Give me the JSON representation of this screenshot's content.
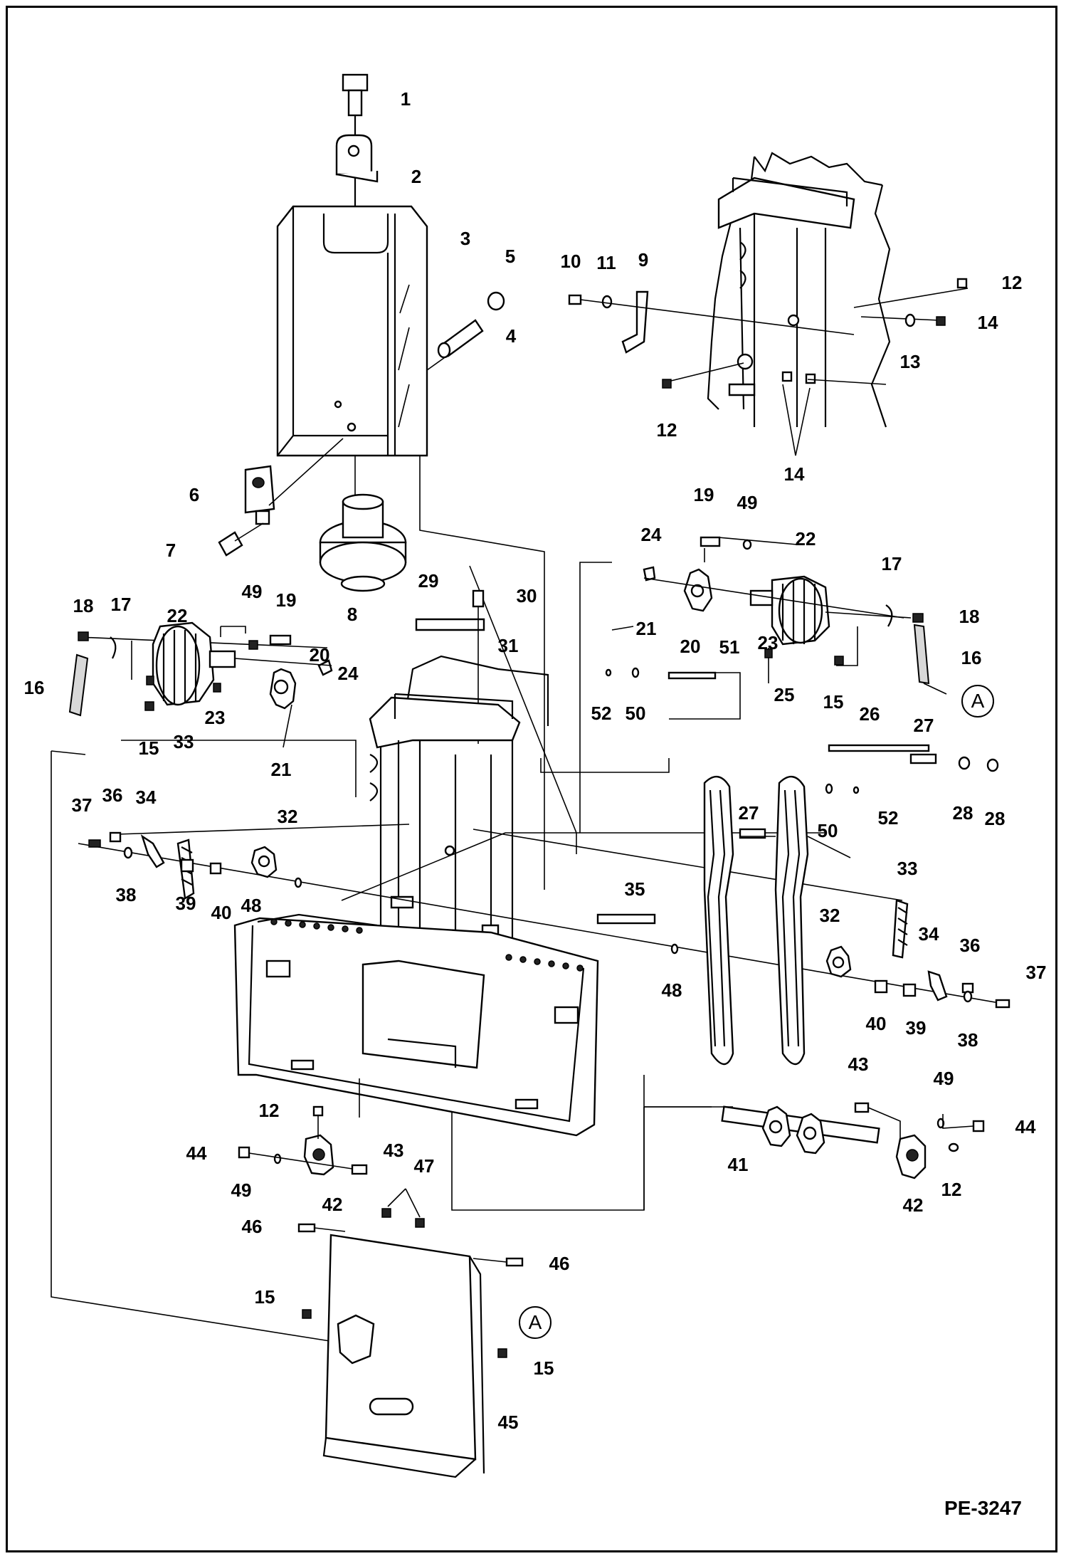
{
  "drawing_code": "PE-3247",
  "callouts": [
    {
      "id": "c1",
      "label": "1"
    },
    {
      "id": "c2",
      "label": "2"
    },
    {
      "id": "c3",
      "label": "3"
    },
    {
      "id": "c4",
      "label": "4"
    },
    {
      "id": "c5",
      "label": "5"
    },
    {
      "id": "c6",
      "label": "6"
    },
    {
      "id": "c7",
      "label": "7"
    },
    {
      "id": "c8",
      "label": "8"
    },
    {
      "id": "c9",
      "label": "9"
    },
    {
      "id": "c10",
      "label": "10"
    },
    {
      "id": "c11",
      "label": "11"
    },
    {
      "id": "c12a",
      "label": "12"
    },
    {
      "id": "c12b",
      "label": "12"
    },
    {
      "id": "c13",
      "label": "13"
    },
    {
      "id": "c14a",
      "label": "14"
    },
    {
      "id": "c14b",
      "label": "14"
    },
    {
      "id": "c19a",
      "label": "19"
    },
    {
      "id": "c49a",
      "label": "49"
    },
    {
      "id": "c22a",
      "label": "22"
    },
    {
      "id": "c24a",
      "label": "24"
    },
    {
      "id": "c17a",
      "label": "17"
    },
    {
      "id": "c18a",
      "label": "18"
    },
    {
      "id": "c21a",
      "label": "21"
    },
    {
      "id": "c20a",
      "label": "20"
    },
    {
      "id": "c23a",
      "label": "23"
    },
    {
      "id": "c16a",
      "label": "16"
    },
    {
      "id": "c15a",
      "label": "15"
    },
    {
      "id": "c51",
      "label": "51"
    },
    {
      "id": "c52a",
      "label": "52"
    },
    {
      "id": "c50a",
      "label": "50"
    },
    {
      "id": "c25",
      "label": "25"
    },
    {
      "id": "c26",
      "label": "26"
    },
    {
      "id": "c27a",
      "label": "27"
    },
    {
      "id": "c27b",
      "label": "27"
    },
    {
      "id": "c28a",
      "label": "28"
    },
    {
      "id": "c28b",
      "label": "28"
    },
    {
      "id": "c52b",
      "label": "52"
    },
    {
      "id": "c50b",
      "label": "50"
    },
    {
      "id": "c29",
      "label": "29"
    },
    {
      "id": "c30",
      "label": "30"
    },
    {
      "id": "c31",
      "label": "31"
    },
    {
      "id": "c18b",
      "label": "18"
    },
    {
      "id": "c17b",
      "label": "17"
    },
    {
      "id": "c22b",
      "label": "22"
    },
    {
      "id": "c49b",
      "label": "49"
    },
    {
      "id": "c19b",
      "label": "19"
    },
    {
      "id": "c20b",
      "label": "20"
    },
    {
      "id": "c24b",
      "label": "24"
    },
    {
      "id": "c16b",
      "label": "16"
    },
    {
      "id": "c15b",
      "label": "15"
    },
    {
      "id": "c23b",
      "label": "23"
    },
    {
      "id": "c21b",
      "label": "21"
    },
    {
      "id": "c33a",
      "label": "33"
    },
    {
      "id": "c36a",
      "label": "36"
    },
    {
      "id": "c34a",
      "label": "34"
    },
    {
      "id": "c37a",
      "label": "37"
    },
    {
      "id": "c32a",
      "label": "32"
    },
    {
      "id": "c38a",
      "label": "38"
    },
    {
      "id": "c39a",
      "label": "39"
    },
    {
      "id": "c40a",
      "label": "40"
    },
    {
      "id": "c48a",
      "label": "48"
    },
    {
      "id": "c35",
      "label": "35"
    },
    {
      "id": "c48b",
      "label": "48"
    },
    {
      "id": "c33b",
      "label": "33"
    },
    {
      "id": "c32b",
      "label": "32"
    },
    {
      "id": "c34b",
      "label": "34"
    },
    {
      "id": "c36b",
      "label": "36"
    },
    {
      "id": "c37b",
      "label": "37"
    },
    {
      "id": "c40b",
      "label": "40"
    },
    {
      "id": "c39b",
      "label": "39"
    },
    {
      "id": "c38b",
      "label": "38"
    },
    {
      "id": "c43a",
      "label": "43"
    },
    {
      "id": "c49c",
      "label": "49"
    },
    {
      "id": "c44a",
      "label": "44"
    },
    {
      "id": "c41",
      "label": "41"
    },
    {
      "id": "c42a",
      "label": "42"
    },
    {
      "id": "c12c",
      "label": "12"
    },
    {
      "id": "c12d",
      "label": "12"
    },
    {
      "id": "c44b",
      "label": "44"
    },
    {
      "id": "c49d",
      "label": "49"
    },
    {
      "id": "c43b",
      "label": "43"
    },
    {
      "id": "c42b",
      "label": "42"
    },
    {
      "id": "c47",
      "label": "47"
    },
    {
      "id": "c46a",
      "label": "46"
    },
    {
      "id": "c46b",
      "label": "46"
    },
    {
      "id": "c15c",
      "label": "15"
    },
    {
      "id": "c15d",
      "label": "15"
    },
    {
      "id": "c45",
      "label": "45"
    }
  ],
  "reference_markers": [
    {
      "id": "refA1",
      "label": "A"
    },
    {
      "id": "refA2",
      "label": "A"
    }
  ]
}
